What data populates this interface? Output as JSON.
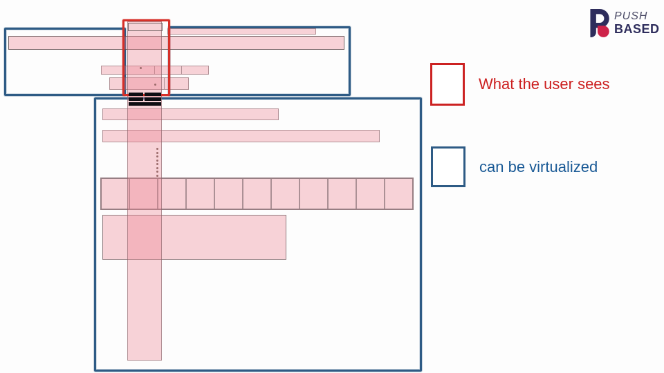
{
  "logo": {
    "push": "PUSH",
    "based": "BASED",
    "mark_navy": "#2e2d5c",
    "mark_red": "#ce2349"
  },
  "legend": {
    "items": [
      {
        "label": "What the user sees",
        "color": "#cc1f1f",
        "box_border": "#cc2222"
      },
      {
        "label": "can be virtualized",
        "color": "#1a5a96",
        "box_border": "#2e5b85"
      }
    ]
  },
  "diagram": {
    "accent_red": "#d63029",
    "accent_blue": "#2e5b85",
    "pink_fill": "#f9d9dd",
    "black_bar_rows": 3,
    "cell_row_count": 11,
    "small_cell_widths": [
      78,
      39,
      39
    ],
    "lower_cell_widths": [
      80,
      35
    ],
    "ellipsis_dot_count": 8
  }
}
